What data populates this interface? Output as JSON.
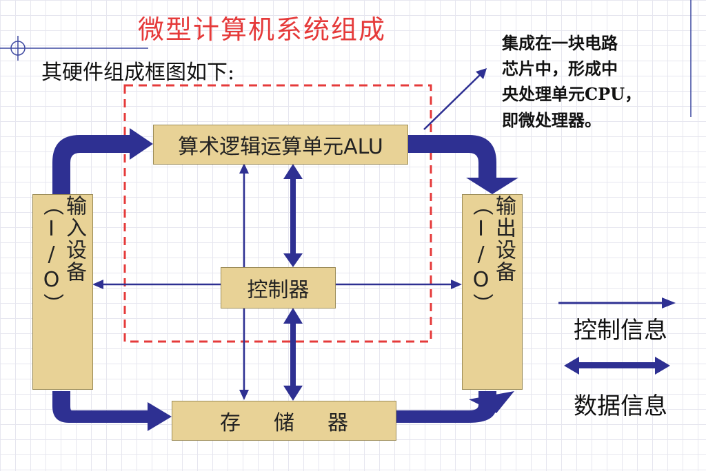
{
  "title": "微型计算机系统组成",
  "subtitle": "其硬件组成框图如下:",
  "note": "集成在一块电路\n芯片中，形成中\n央处理单元CPU，\n即微处理器。",
  "boxes": {
    "alu": "算术逻辑运算单元ALU",
    "controller": "控制器",
    "memory": "存储器",
    "input": "输入设备（I/O）",
    "output": "输出设备（I/O）"
  },
  "legend": {
    "control": "控制信息",
    "data": "数据信息"
  },
  "colors": {
    "arrow": "#2e3092",
    "box": "#e8d296",
    "cpu_border": "#e53a3a",
    "title": "#e53a3a"
  }
}
